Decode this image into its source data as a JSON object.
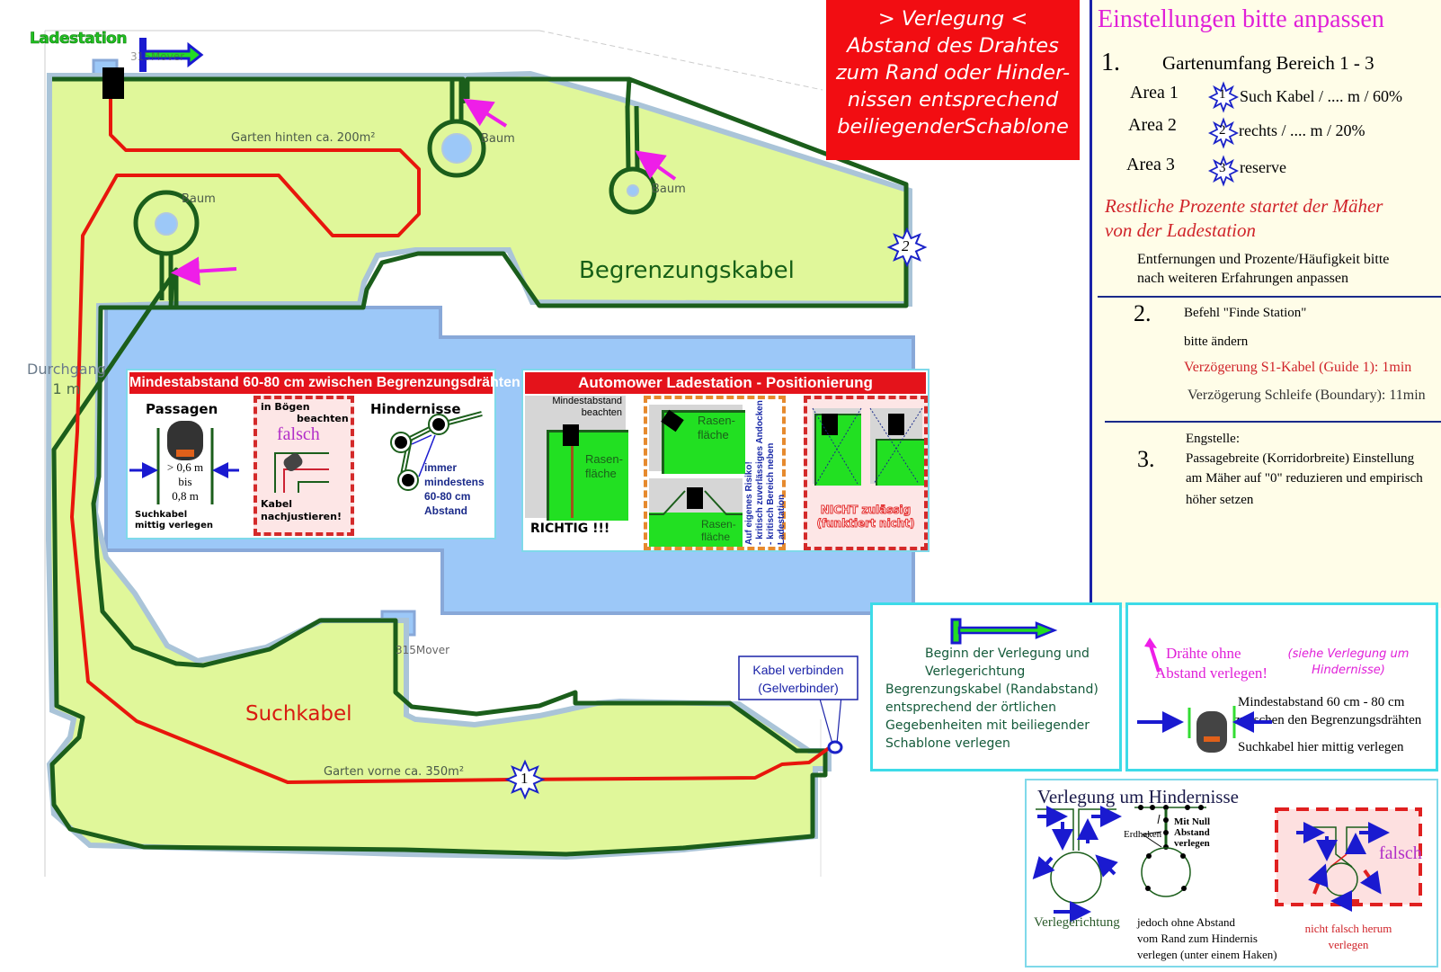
{
  "map": {
    "charging_station_label": "Ladestation",
    "charging_station_model": "315Mover",
    "garden_back_label": "Garten hinten ca. 200m²",
    "garden_front_label": "Garten vorne ca. 350m²",
    "tree_label": "Baum",
    "boundary_wire_label": "Begrenzungskabel",
    "guide_wire_label": "Suchkabel",
    "passage_label_1": "Durchgang",
    "passage_label_2": "1 m",
    "mower_label": "315Mover",
    "connector_callout_1": "Kabel verbinden",
    "connector_callout_2": "(Gelverbinder)",
    "star_1": "1",
    "star_2": "2",
    "colors": {
      "lawn": "#e0f79a",
      "boundary_wire": "#1b5e1b",
      "guide_wire": "#e8160c",
      "house": "#9cc8f8",
      "arrow_magenta": "#ee1ee8",
      "star_blue": "#1a22c8"
    }
  },
  "red_note": {
    "lines": [
      "> Verlegung <",
      "Abstand des Drahtes",
      "zum Rand oder Hinder-",
      "nissen entsprechend",
      "beiliegenderSchablone"
    ]
  },
  "settings": {
    "title": "Einstellungen bitte anpassen",
    "section1": {
      "number": "1.",
      "heading": "Gartenumfang Bereich 1 - 3",
      "areas": [
        {
          "label": "Area 1",
          "star": "1",
          "text": "Such Kabel / .... m / 60%"
        },
        {
          "label": "Area 2",
          "star": "2",
          "text": "rechts / .... m / 20%"
        },
        {
          "label": "Area 3",
          "star": "3",
          "text": "reserve"
        }
      ],
      "note_red_1": "Restliche Prozente  startet der Mäher",
      "note_red_2": "von der Ladestation",
      "note_1": "Entfernungen und Prozente/Häufigkeit bitte",
      "note_2": "nach weiteren Erfahrungen anpassen"
    },
    "section2": {
      "number": "2.",
      "line1": "Befehl \"Finde Station\"",
      "line2": "bitte ändern",
      "line3": "Verzögerung S1-Kabel (Guide 1): 1min",
      "line4": "Verzögerung Schleife (Boundary): 11min"
    },
    "section3": {
      "number": "3.",
      "line1": "Engstelle:",
      "line2": "Passagebreite (Korridorbreite) Einstellung",
      "line3": "am Mäher auf \"0\" reduzieren und empirisch",
      "line4": "höher setzen"
    }
  },
  "min_distance_panel": {
    "title": "Mindestabstand 60-80 cm zwischen Begrenzungsdrähten",
    "passagen_title": "Passagen",
    "passagen_dist_1": "> 0,6 m",
    "passagen_dist_2": "bis",
    "passagen_dist_3": "0,8 m",
    "passagen_note_1": "Suchkabel",
    "passagen_note_2": "mittig verlegen",
    "boegen_title_1": "in Bögen",
    "boegen_title_2": "beachten",
    "boegen_falsch": "falsch",
    "boegen_note_1": "Kabel",
    "boegen_note_2": "nachjustieren!",
    "hindernisse_title": "Hindernisse",
    "hindernisse_note_1": "immer",
    "hindernisse_note_2": "mindestens",
    "hindernisse_note_3": "60-80 cm",
    "hindernisse_note_4": "Abstand"
  },
  "station_panel": {
    "title": "Automower Ladestation - Positionierung",
    "correct_note_1": "Mindestabstand",
    "correct_note_2": "beachten",
    "lawn_label_1": "Rasen-",
    "lawn_label_2": "fläche",
    "correct_label": "RICHTIG !!!",
    "risk_note_1": "Auf eigenes Risiko!",
    "risk_note_2": "- kritisch zuverlässiges Andocken",
    "risk_note_3": "- kritisch Bereich neben Ladestation",
    "wrong_label_1": "NICHT zulässig",
    "wrong_label_2": "(funktiert nicht)"
  },
  "legend_start": {
    "line1": "Beginn der Verlegung und",
    "line2": "Verlegerichtung",
    "line3": "Begrenzungskabel (Randabstand)",
    "line4": "entsprechend der örtlichen",
    "line5": "Gegebenheiten mit beiliegender",
    "line6": "Schablone verlegen"
  },
  "legend_wires": {
    "magenta_1": "Drähte ohne",
    "magenta_2": "Abstand verlegen!",
    "see_1": "(siehe Verlegung um",
    "see_2": "Hindernisse)",
    "dist_1": "Mindestabstand 60 cm - 80 cm",
    "dist_2": "zwischen den Begrenzungsdrähten",
    "guide_note": "Suchkabel hier mittig verlegen"
  },
  "obstacle_panel": {
    "title": "Verlegung um Hindernisse",
    "direction_label": "Verlegerichtung",
    "hook_label": "Erdhaken",
    "zero_1": "Mit Null",
    "zero_2": "Abstand",
    "zero_3": "verlegen",
    "note_1": "jedoch ohne Abstand",
    "note_2": "vom Rand zum Hindernis",
    "note_3": "verlegen (unter einem Haken)",
    "falsch": "falsch",
    "wrong_1": "nicht falsch herum",
    "wrong_2": "verlegen"
  }
}
